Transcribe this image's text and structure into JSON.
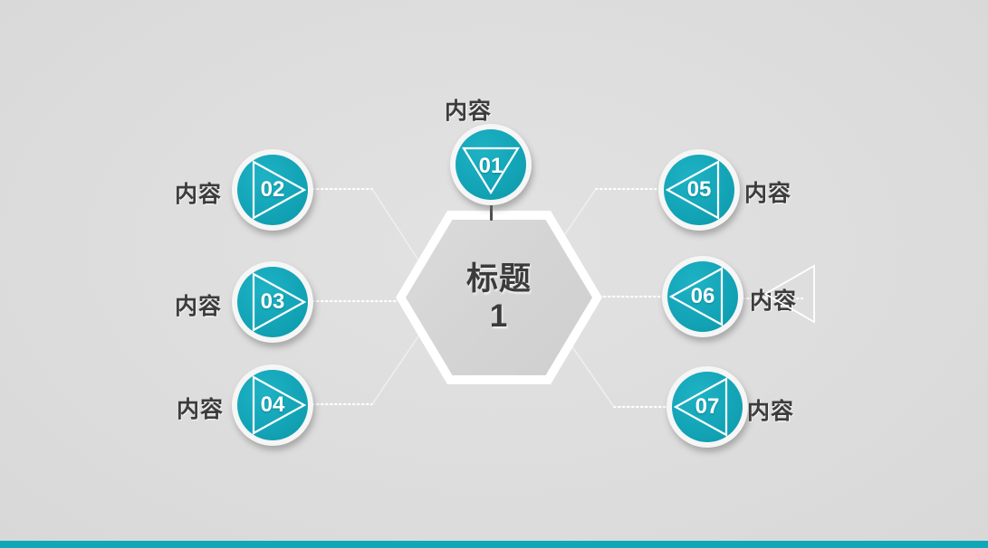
{
  "slide": {
    "background_color": "#dedede",
    "accent_color": "#10a5b7",
    "text_color": "#3c3c3c",
    "bottom_bar_color": "#0fa8b9"
  },
  "center": {
    "shape": "hexagon",
    "title": "标题\n1"
  },
  "nodes": [
    {
      "number": "01",
      "label": "内容",
      "side": "top",
      "triangle": "down"
    },
    {
      "number": "02",
      "label": "内容",
      "side": "left",
      "triangle": "right"
    },
    {
      "number": "03",
      "label": "内容",
      "side": "left",
      "triangle": "right"
    },
    {
      "number": "04",
      "label": "内容",
      "side": "left",
      "triangle": "right"
    },
    {
      "number": "05",
      "label": "内容",
      "side": "right",
      "triangle": "left"
    },
    {
      "number": "06",
      "label": "内容",
      "side": "right",
      "triangle": "left"
    },
    {
      "number": "07",
      "label": "内容",
      "side": "right",
      "triangle": "left"
    }
  ]
}
